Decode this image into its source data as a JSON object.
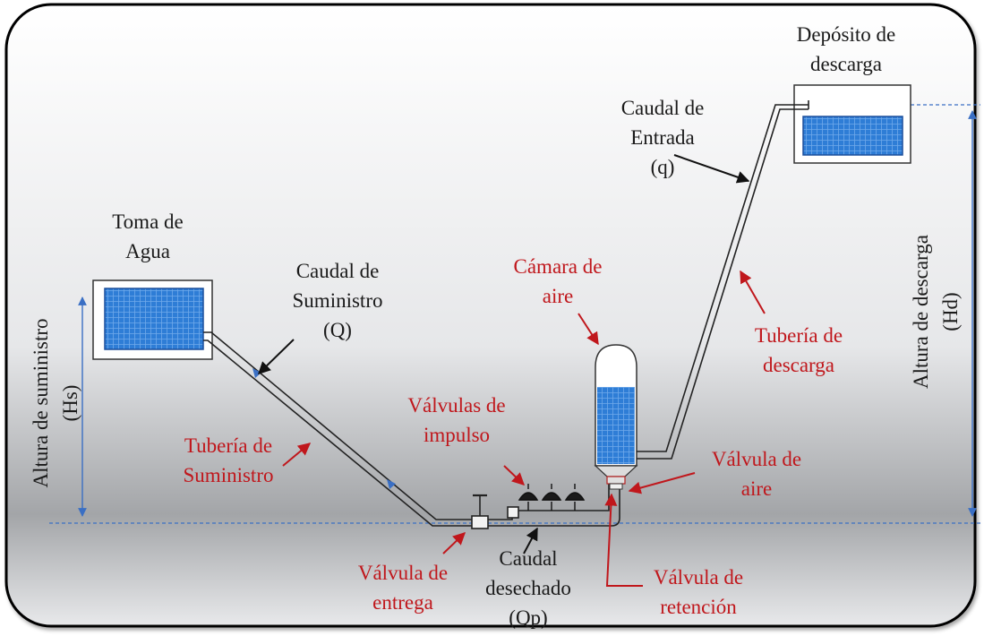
{
  "labels": {
    "toma_de_agua": [
      "Toma de",
      "Agua"
    ],
    "deposito_descarga": [
      "Depósito de",
      "descarga"
    ],
    "caudal_entrada": [
      "Caudal de",
      "Entrada",
      "(q)"
    ],
    "caudal_suministro": [
      "Caudal de",
      "Suministro",
      "(Q)"
    ],
    "camara_aire": [
      "Cámara de",
      "aire"
    ],
    "tuberia_descarga": [
      "Tubería de",
      "descarga"
    ],
    "valvulas_impulso": [
      "Válvulas de",
      "impulso"
    ],
    "tuberia_suministro": [
      "Tubería de",
      "Suministro"
    ],
    "valvula_aire": [
      "Válvula de",
      "aire"
    ],
    "valvula_entrega": [
      "Válvula de",
      "entrega"
    ],
    "caudal_desechado": [
      "Caudal",
      "desechado",
      "(Qp)"
    ],
    "valvula_retencion": [
      "Válvula de",
      "retención"
    ],
    "altura_suministro": [
      "Altura de suministro",
      "(Hs)"
    ],
    "altura_descarga": [
      "Altura de descarga",
      "(Hd)"
    ]
  },
  "colors": {
    "label_text": "#1a1a1a",
    "component_label": "#c0171c",
    "water": "#2f7fd6",
    "dimension_line": "#3a6fc4"
  }
}
